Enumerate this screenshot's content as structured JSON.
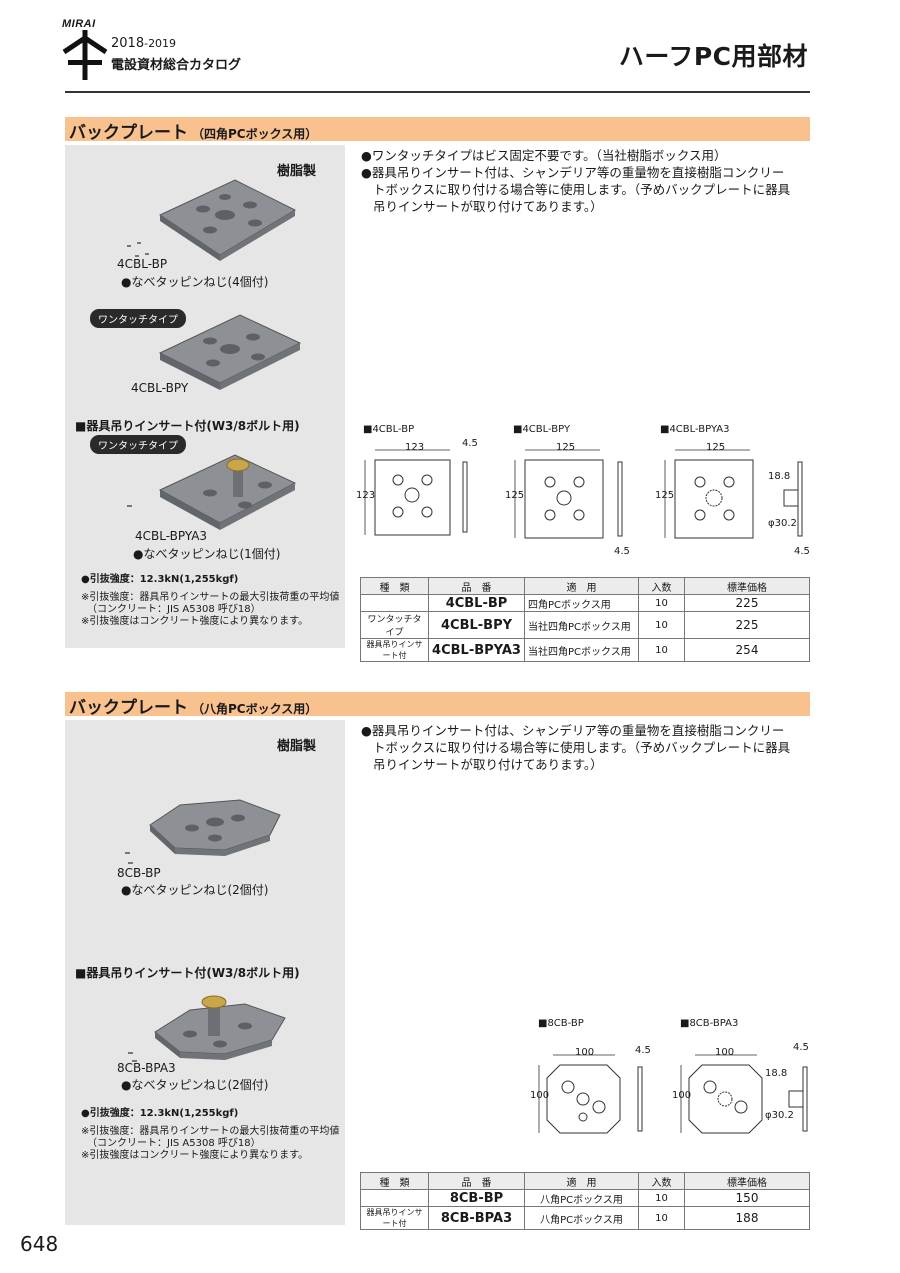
{
  "header": {
    "logo_text": "MIRAI",
    "year_main": "2018",
    "year_suffix": "-2019",
    "catalog_title": "電設資材総合カタログ",
    "page_title": "ハーフPC用部材"
  },
  "section1": {
    "title": "バックプレート",
    "subtitle": "（四角PCボックス用）",
    "material": "樹脂製",
    "bullets": [
      "●ワンタッチタイプはビス固定不要です。（当社樹脂ボックス用）",
      "●器具吊りインサート付は、シャンデリア等の重量物を直接樹脂コンクリー",
      "トボックスに取り付ける場合等に使用します。（予めバックプレートに器具",
      "吊りインサートが取り付けてあります。）"
    ],
    "products": {
      "p1_code": "4CBL-BP",
      "p1_note": "●なべタッピンねじ(4個付)",
      "badge1": "ワンタッチタイプ",
      "p2_code": "4CBL-BPY",
      "insert_heading": "■器具吊りインサート付(W3/8ボルト用)",
      "badge2": "ワンタッチタイプ",
      "p3_code": "4CBL-BPYA3",
      "p3_note": "●なべタッピンねじ(1個付)"
    },
    "notes": [
      "●引抜強度：12.3kN(1,255kgf)",
      "※引抜強度：器具吊りインサートの最大引抜荷重の平均値",
      "（コンクリート：JIS A5308 呼び18）",
      "※引抜強度はコンクリート強度により異なります。"
    ],
    "diagrams": {
      "d1_label": "■4CBL-BP",
      "d2_label": "■4CBL-BPY",
      "d3_label": "■4CBL-BPYA3",
      "dim_123": "123",
      "dim_125": "125",
      "dim_45": "4.5",
      "dim_188": "18.8",
      "dim_302": "φ30.2"
    },
    "table": {
      "headers": [
        "種　類",
        "品　番",
        "適　用",
        "入数",
        "標準価格"
      ],
      "rows": [
        [
          "",
          "4CBL-BP",
          "四角PCボックス用",
          "10",
          "225"
        ],
        [
          "ワンタッチタイプ",
          "4CBL-BPY",
          "当社四角PCボックス用",
          "10",
          "225"
        ],
        [
          "器具吊りインサート付",
          "4CBL-BPYA3",
          "当社四角PCボックス用",
          "10",
          "254"
        ]
      ]
    }
  },
  "section2": {
    "title": "バックプレート",
    "subtitle": "（八角PCボックス用）",
    "material": "樹脂製",
    "bullets": [
      "●器具吊りインサート付は、シャンデリア等の重量物を直接樹脂コンクリー",
      "トボックスに取り付ける場合等に使用します。（予めバックプレートに器具",
      "吊りインサートが取り付けてあります。）"
    ],
    "products": {
      "p1_code": "8CB-BP",
      "p1_note": "●なべタッピンねじ(2個付)",
      "insert_heading": "■器具吊りインサート付(W3/8ボルト用)",
      "p2_code": "8CB-BPA3",
      "p2_note": "●なべタッピンねじ(2個付)"
    },
    "notes": [
      "●引抜強度：12.3kN(1,255kgf)",
      "※引抜強度：器具吊りインサートの最大引抜荷重の平均値",
      "（コンクリート：JIS A5308 呼び18）",
      "※引抜強度はコンクリート強度により異なります。"
    ],
    "diagrams": {
      "d1_label": "■8CB-BP",
      "d2_label": "■8CB-BPA3",
      "dim_100": "100",
      "dim_45": "4.5",
      "dim_188": "18.8",
      "dim_302": "φ30.2"
    },
    "table": {
      "headers": [
        "種　類",
        "品　番",
        "適　用",
        "入数",
        "標準価格"
      ],
      "rows": [
        [
          "",
          "8CB-BP",
          "八角PCボックス用",
          "10",
          "150"
        ],
        [
          "器具吊りインサート付",
          "8CB-BPA3",
          "八角PCボックス用",
          "10",
          "188"
        ]
      ]
    }
  },
  "footer": {
    "page_number": "648"
  }
}
